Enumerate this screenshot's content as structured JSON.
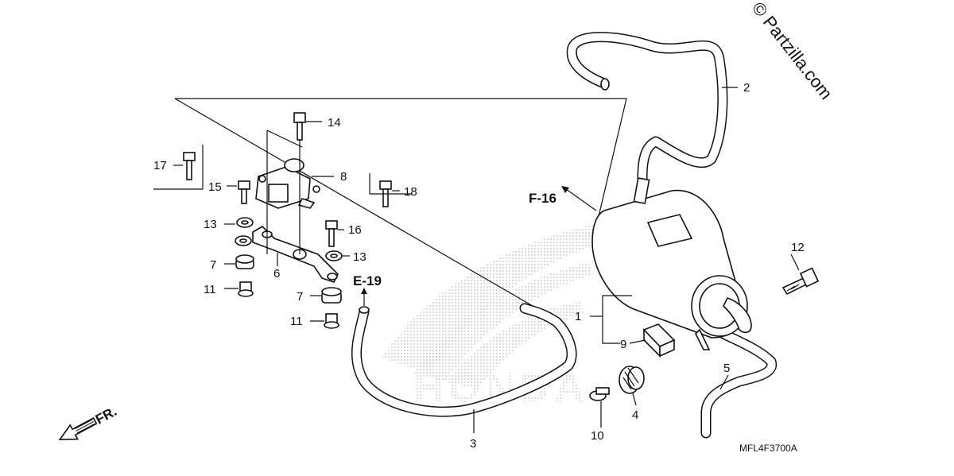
{
  "watermark": "© Partzilla.com",
  "diagram_code": "MFL4F3700A",
  "direction_label": "FR.",
  "refs": {
    "f16": "F-16",
    "e19": "E-19"
  },
  "brand_mark": "HONDA",
  "callouts": {
    "c1": "1",
    "c2": "2",
    "c3": "3",
    "c4": "4",
    "c5": "5",
    "c6": "6",
    "c7a": "7",
    "c7b": "7",
    "c8": "8",
    "c9": "9",
    "c10": "10",
    "c11a": "11",
    "c11b": "11",
    "c12": "12",
    "c13a": "13",
    "c13b": "13",
    "c14": "14",
    "c15": "15",
    "c16": "16",
    "c17": "17",
    "c18": "18"
  }
}
